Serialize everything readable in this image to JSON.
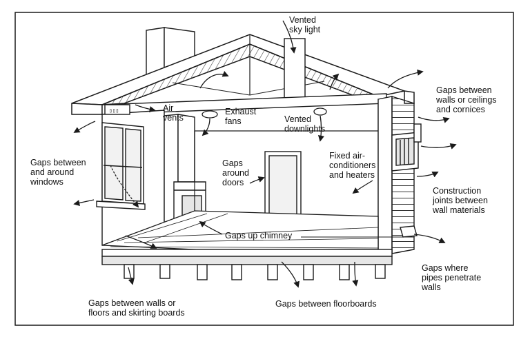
{
  "labels": {
    "vented_sky_light": [
      "Vented",
      "sky light"
    ],
    "air_vents": [
      "Air",
      "vents"
    ],
    "exhaust_fans": [
      "Exhaust",
      "fans"
    ],
    "vented_downlights": [
      "Vented",
      "downlights"
    ],
    "gaps_walls_ceilings": [
      "Gaps between",
      "walls or ceilings",
      "and cornices"
    ],
    "gaps_windows": [
      "Gaps between",
      "and around",
      "windows"
    ],
    "gaps_doors": [
      "Gaps",
      "around",
      "doors"
    ],
    "fixed_aircon": [
      "Fixed air-",
      "conditioners",
      "and heaters"
    ],
    "construction_joints": [
      "Construction",
      "joints between",
      "wall materials"
    ],
    "gaps_chimney": [
      "Gaps up chimney"
    ],
    "gaps_pipes": [
      "Gaps where",
      "pipes penetrate",
      "walls"
    ],
    "gaps_skirting": [
      "Gaps between walls or",
      "floors and skirting boards"
    ],
    "gaps_floorboards": [
      "Gaps between floorboards"
    ]
  },
  "colors": {
    "ink": "#1a1a1a",
    "paper": "#ffffff",
    "roof": "#e6e6e6",
    "wall": "#f2f2f2"
  }
}
